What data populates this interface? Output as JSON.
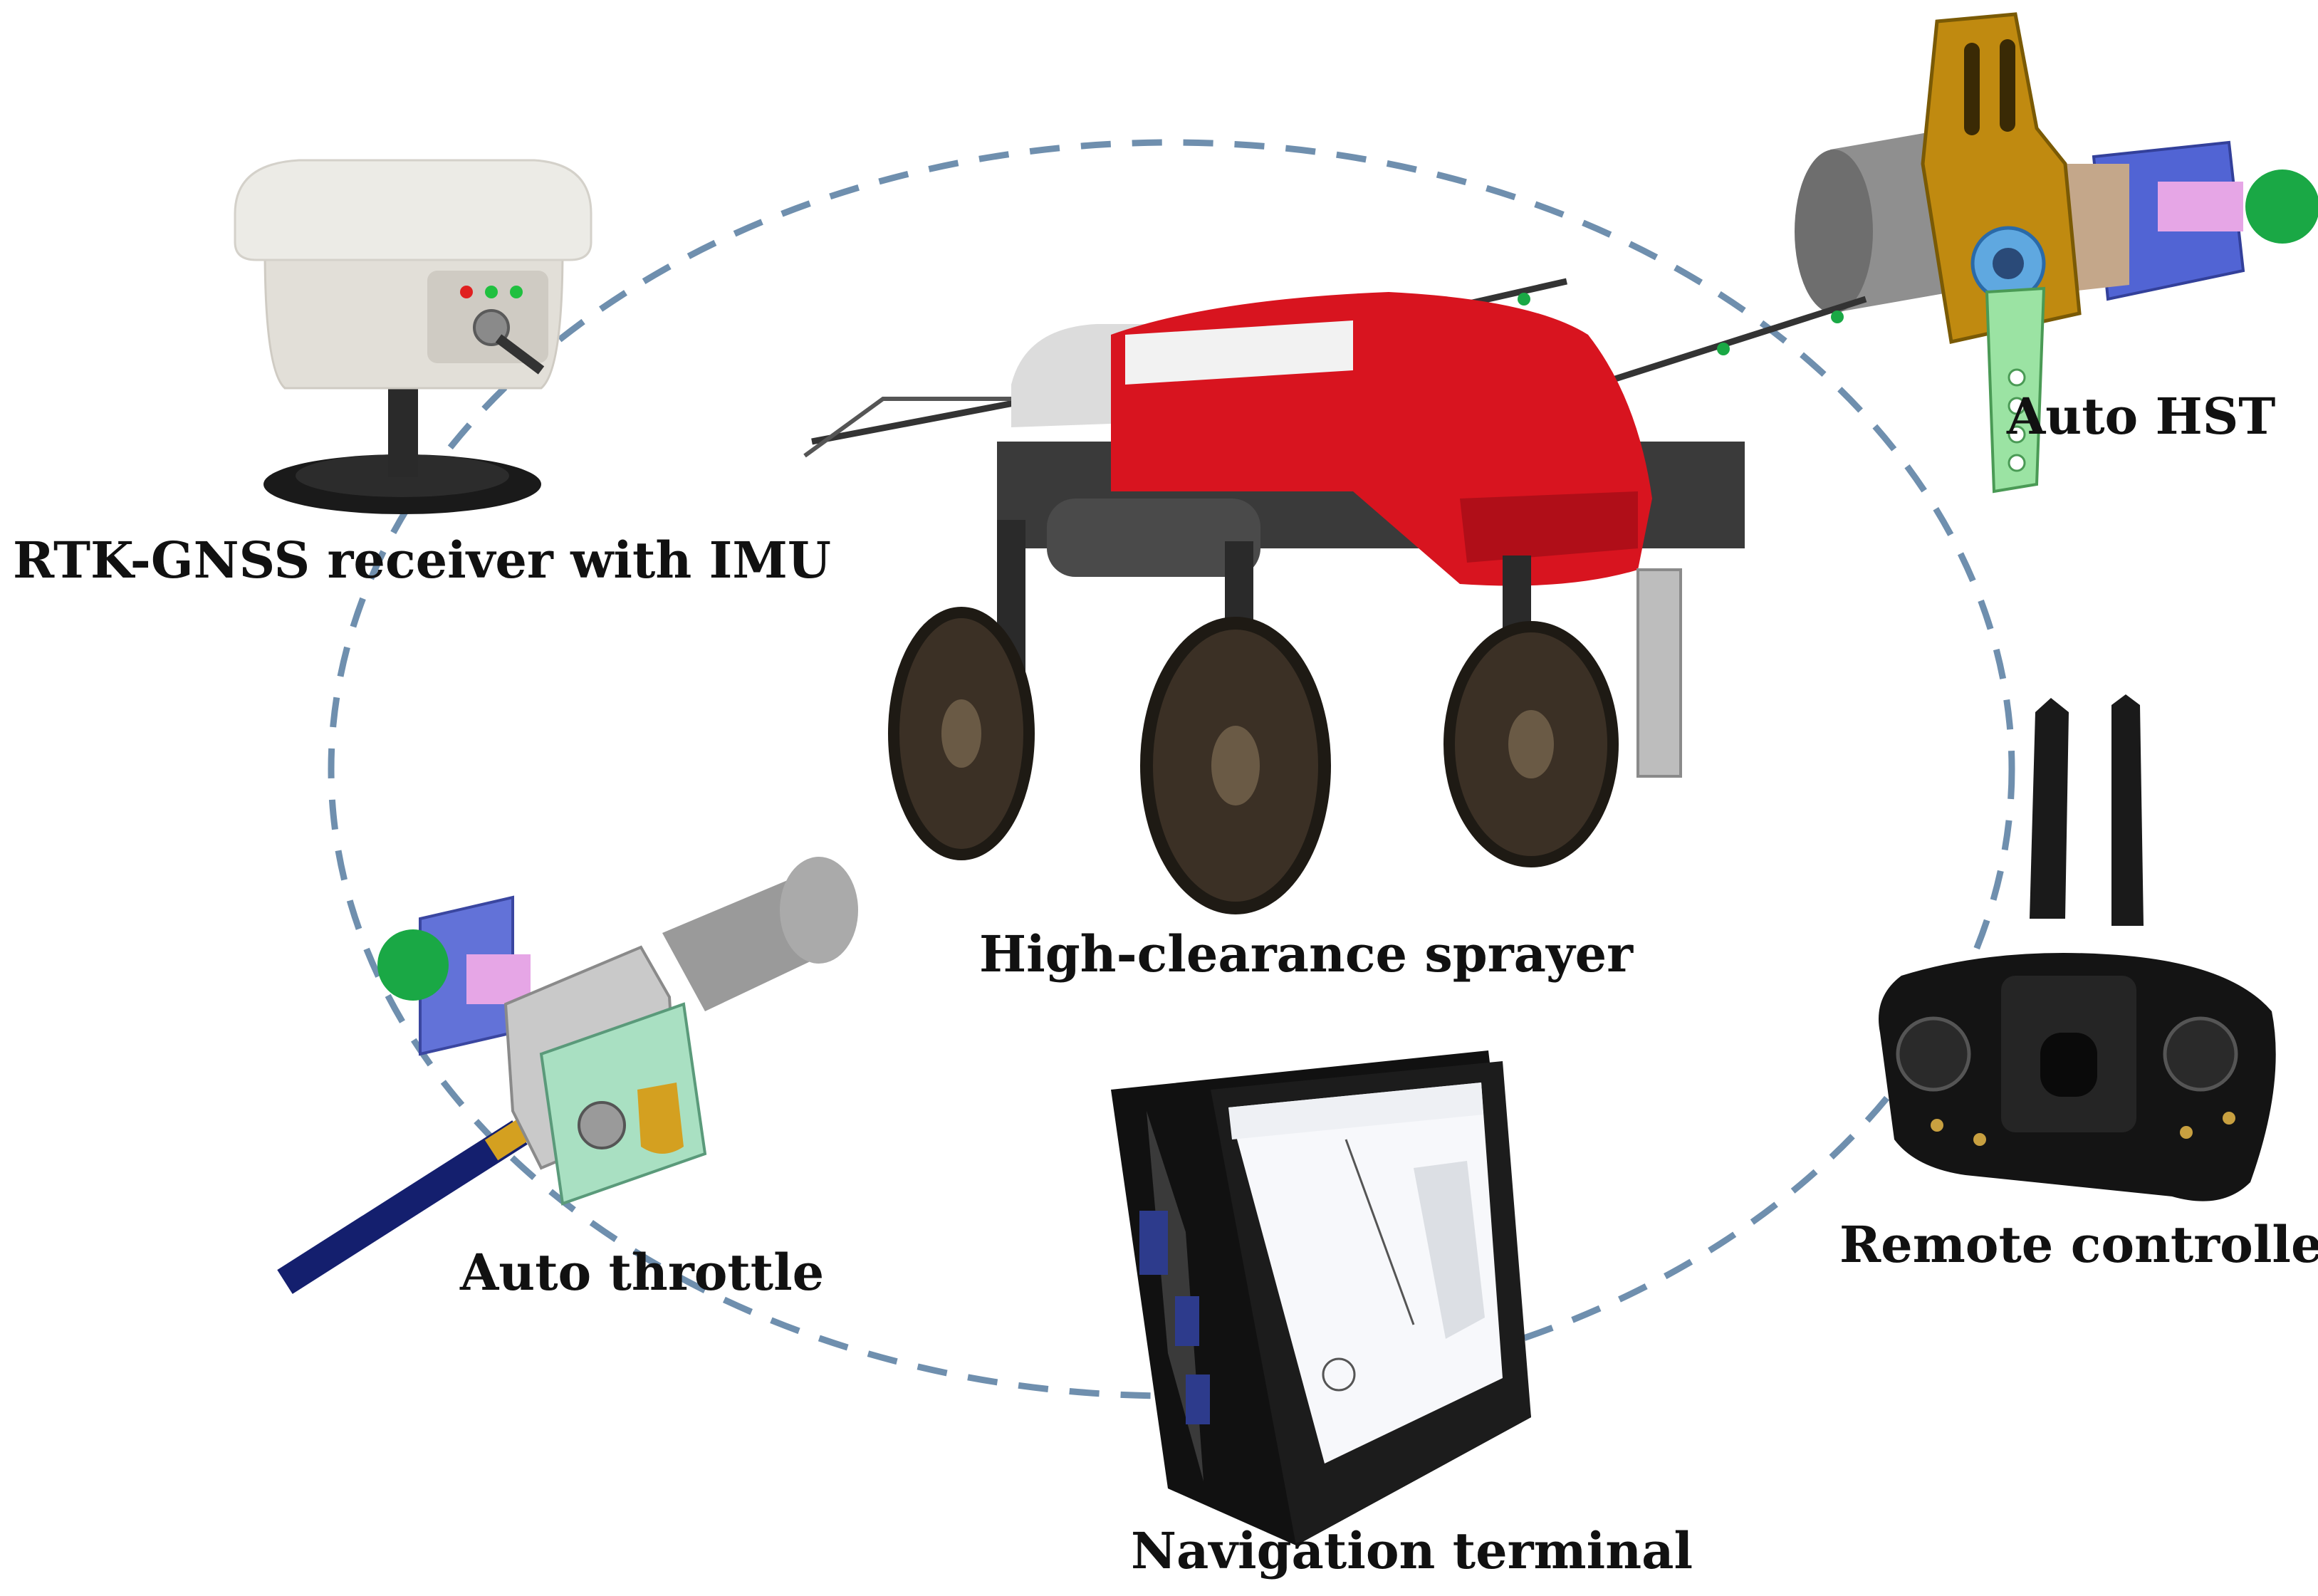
{
  "labels": {
    "rtk_gnss": "RTK-GNSS receiver with IMU",
    "auto_hst": "Auto HST",
    "sprayer": "High-clearance sprayer",
    "remote": "Remote controller",
    "throttle": "Auto throttle",
    "nav_terminal": "Navigation terminal"
  },
  "colors": {
    "ring": "#6f8fae",
    "sprayer_body": "#d8141f",
    "motor_gray": "#8a8a8a",
    "bracket_blue": "#4a5fd0",
    "bracket_gold": "#b8860b",
    "lever_green": "#9be3a3",
    "knob_green": "#1aa845",
    "cable_navy": "#141f6e",
    "device_black": "#141414",
    "receiver_white": "#e8e6e0"
  }
}
